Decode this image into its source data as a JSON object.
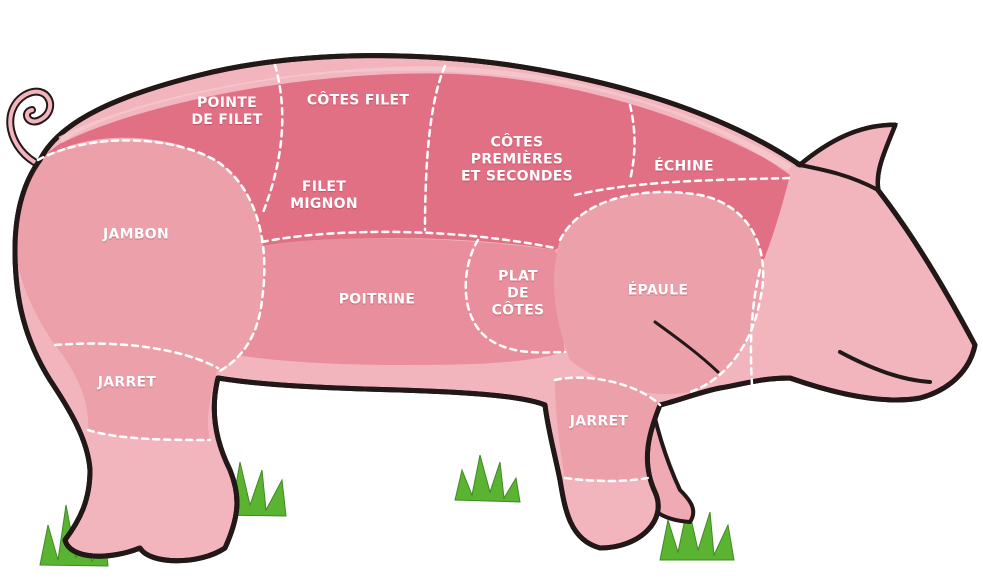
{
  "colors": {
    "body": "#f3b5bd",
    "cuts_dark": "#e27085",
    "cuts_light": "#e98e9c",
    "leg_cut": "#ec9fa9",
    "outline": "#221818",
    "grass": "#59b330",
    "dash": "#ffffff"
  },
  "cuts": {
    "pointe_de_filet": "POINTE\nDE FILET",
    "cotes_filet": "CÔTES FILET",
    "cotes_premieres": "CÔTES\nPREMIÈRES\nET SECONDES",
    "echine": "ÉCHINE",
    "filet_mignon": "FILET\nMIGNON",
    "jambon": "JAMBON",
    "poitrine": "POITRINE",
    "plat_de_cotes": "PLAT\nDE\nCÔTES",
    "epaule": "ÉPAULE",
    "jarret_arriere": "JARRET",
    "jarret_avant": "JARRET"
  }
}
